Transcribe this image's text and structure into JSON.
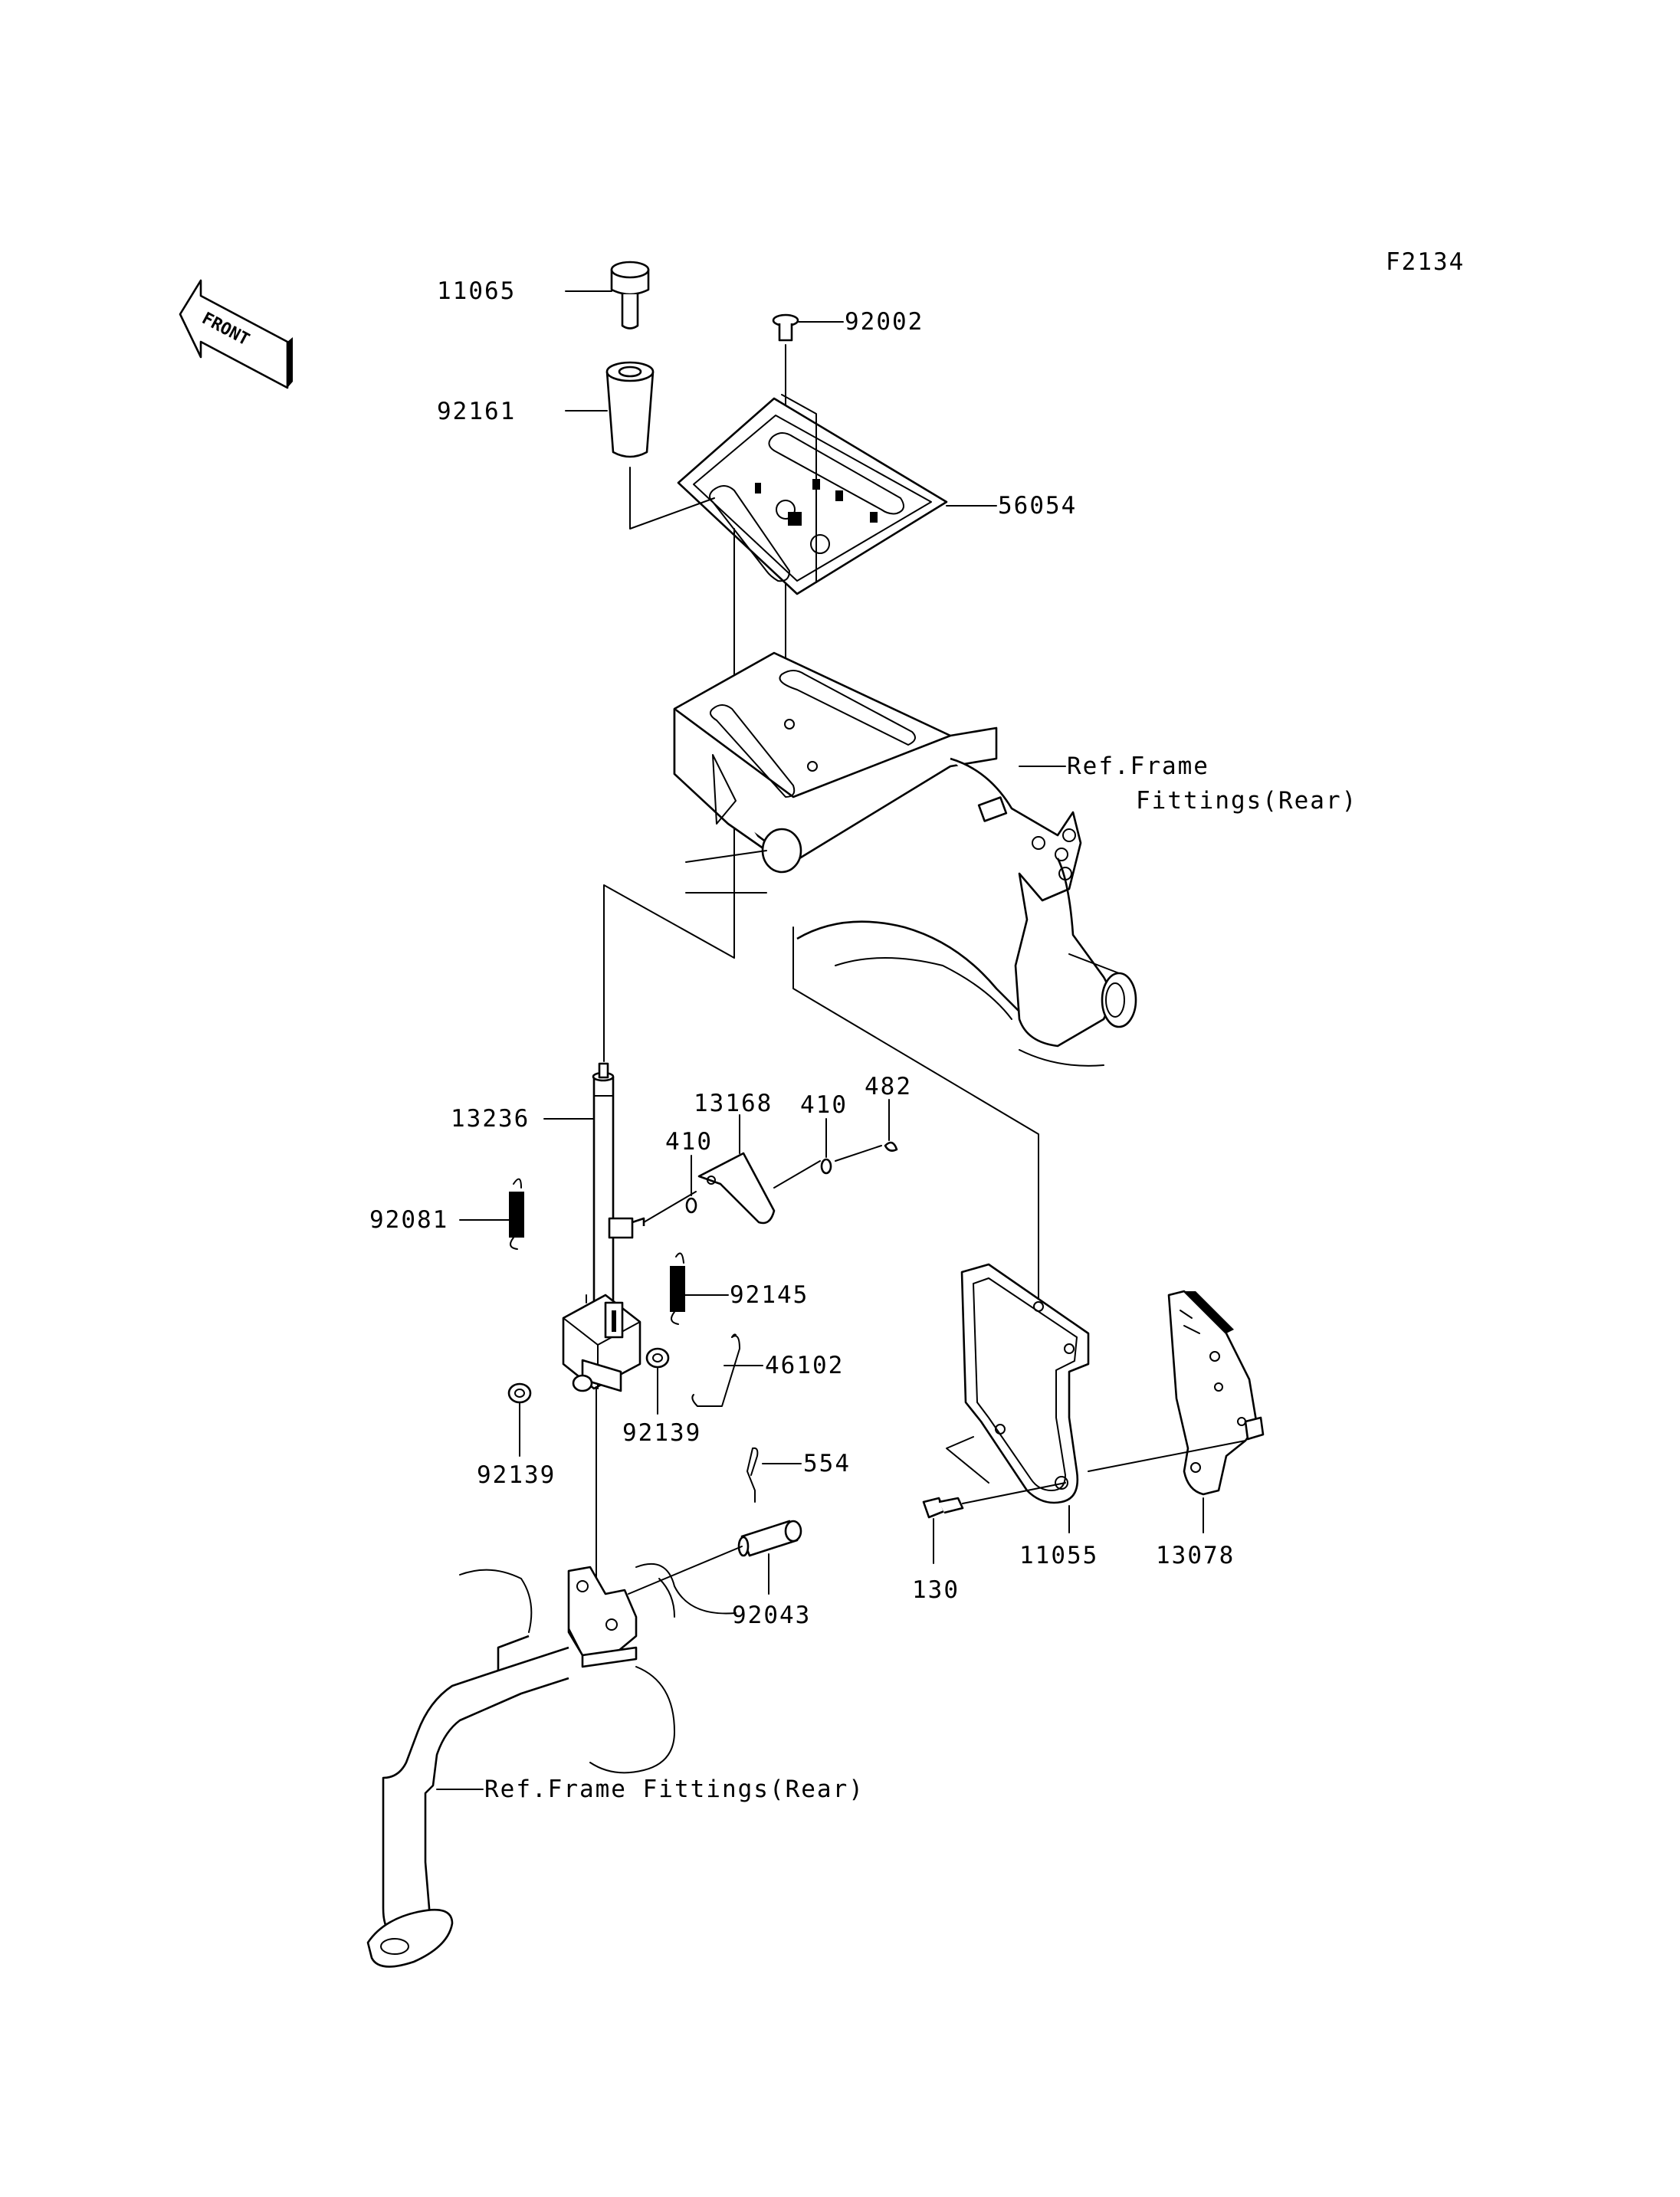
{
  "figure_code": "F2134",
  "front_marker": "FRONT",
  "labels": {
    "p11065": "11065",
    "p92161": "92161",
    "p92002": "92002",
    "p56054": "56054",
    "ref_frame_1_line1": "Ref.Frame",
    "ref_frame_1_line2": "Fittings(Rear)",
    "p13236": "13236",
    "p13168": "13168",
    "p410_a": "410",
    "p410_b": "410",
    "p482": "482",
    "p92081": "92081",
    "p92145": "92145",
    "p46102": "46102",
    "p92139_a": "92139",
    "p92139_b": "92139",
    "p554": "554",
    "p92043": "92043",
    "p130": "130",
    "p11055": "11055",
    "p13078": "13078",
    "ref_frame_2": "Ref.Frame Fittings(Rear)"
  }
}
